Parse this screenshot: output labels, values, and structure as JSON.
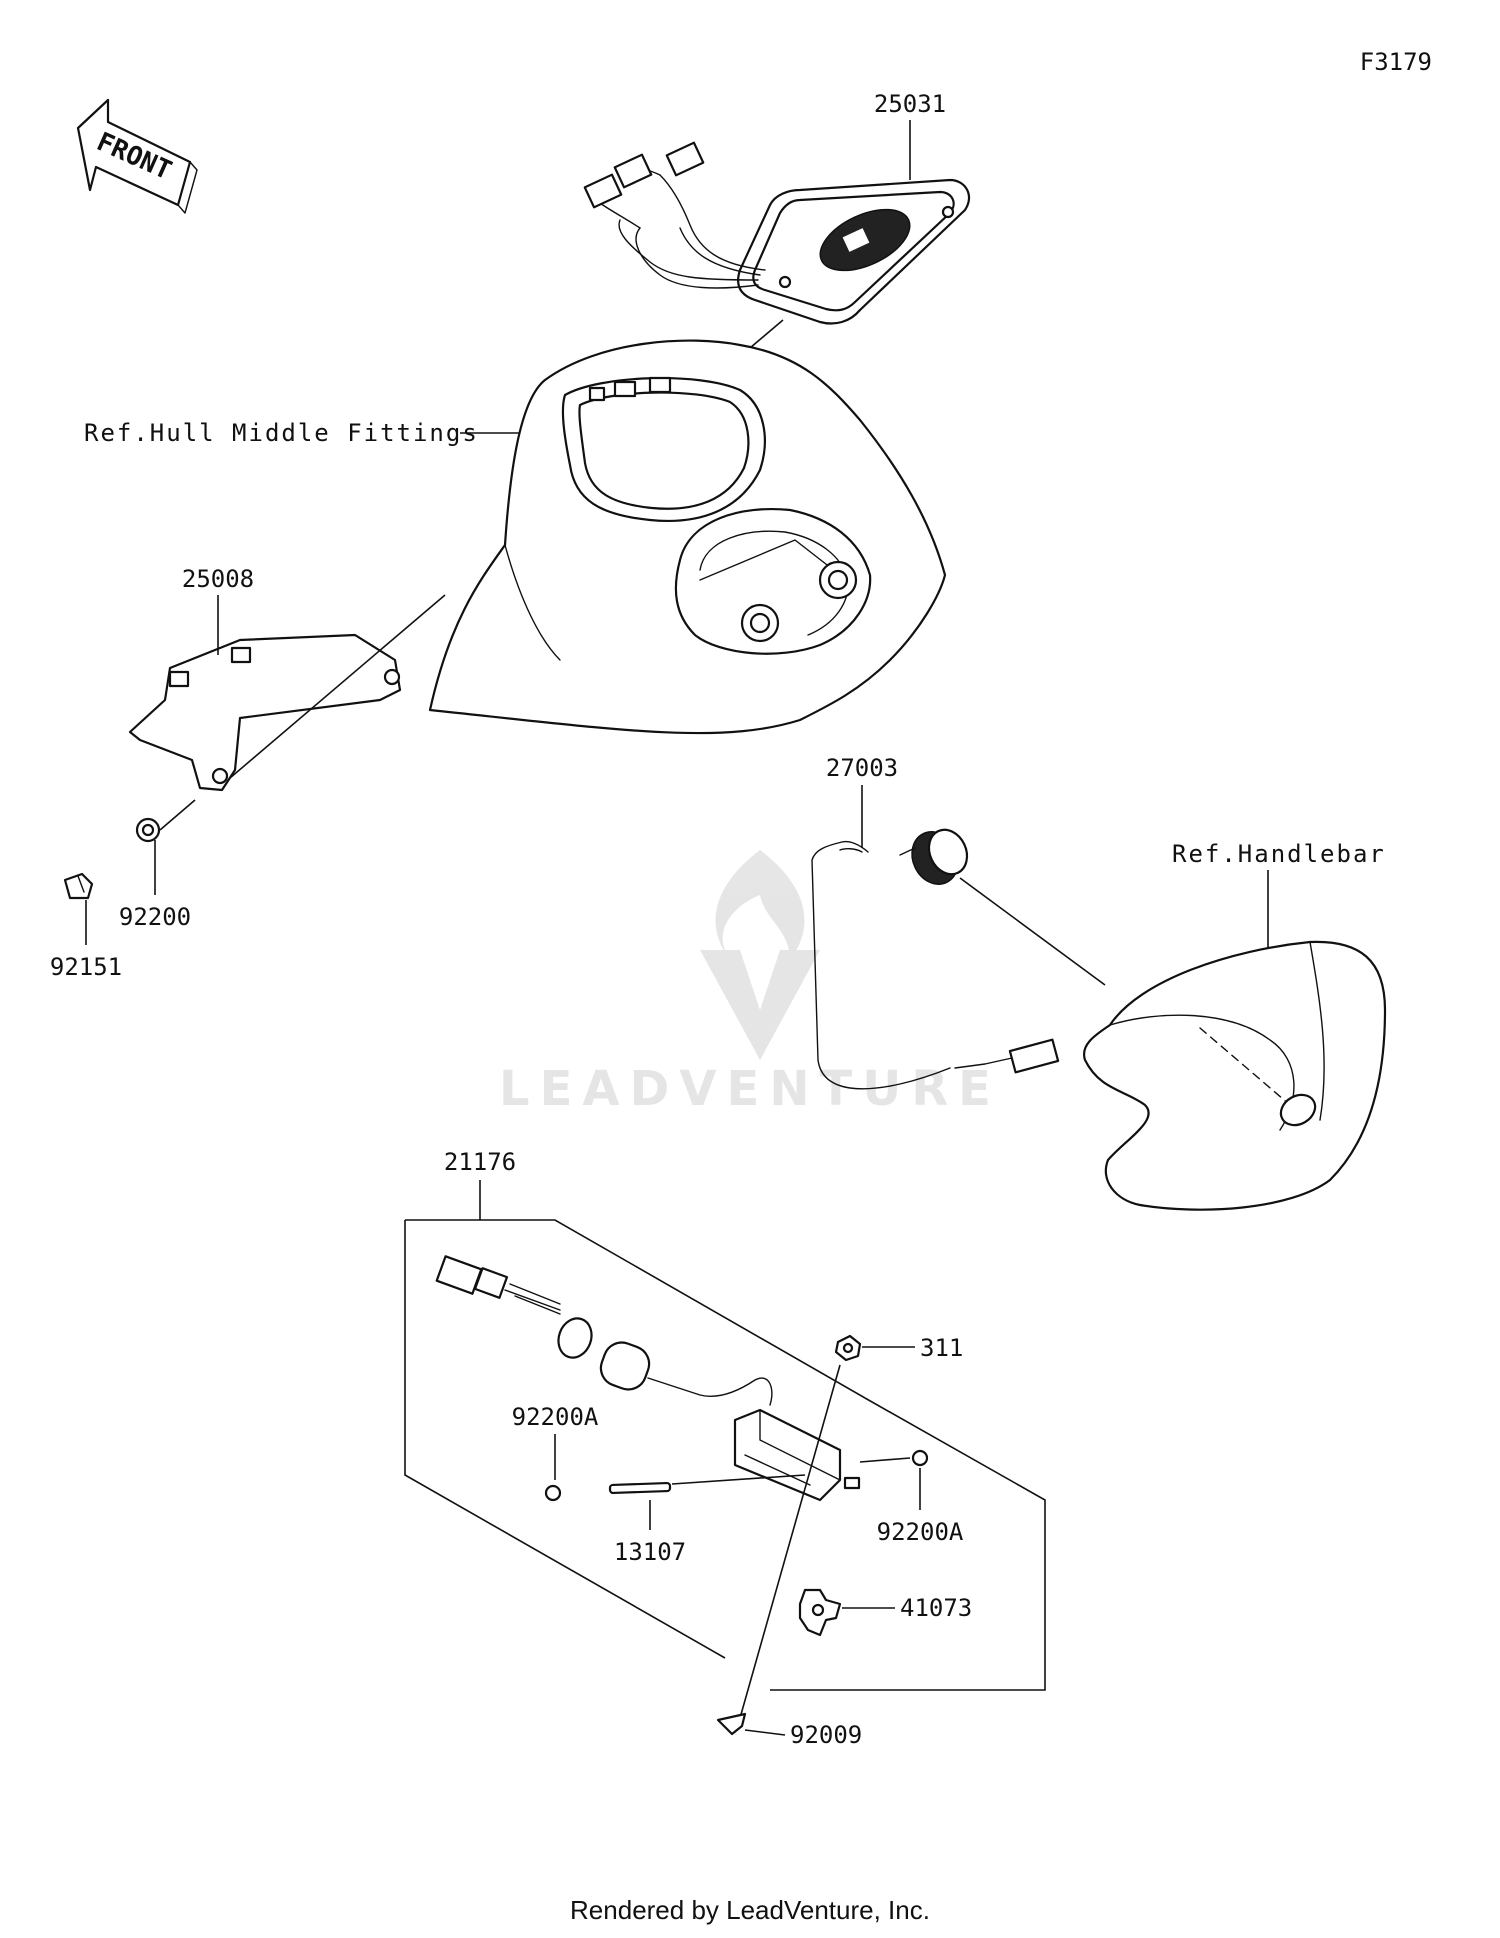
{
  "figure_id": "F3179",
  "front_label": "FRONT",
  "refs": {
    "hull": "Ref.Hull Middle Fittings",
    "handlebar": "Ref.Handlebar"
  },
  "part_numbers": {
    "meter": "25031",
    "bracket": "25008",
    "washer": "92200",
    "bolt": "92151",
    "switch_knob": "27003",
    "assembly": "21176",
    "nut": "311",
    "washer_a_left": "92200A",
    "washer_a_right": "92200A",
    "pin": "13107",
    "knob": "41073",
    "screw": "92009"
  },
  "watermark": "LEADVENTURE",
  "footer": "Rendered by LeadVenture, Inc."
}
